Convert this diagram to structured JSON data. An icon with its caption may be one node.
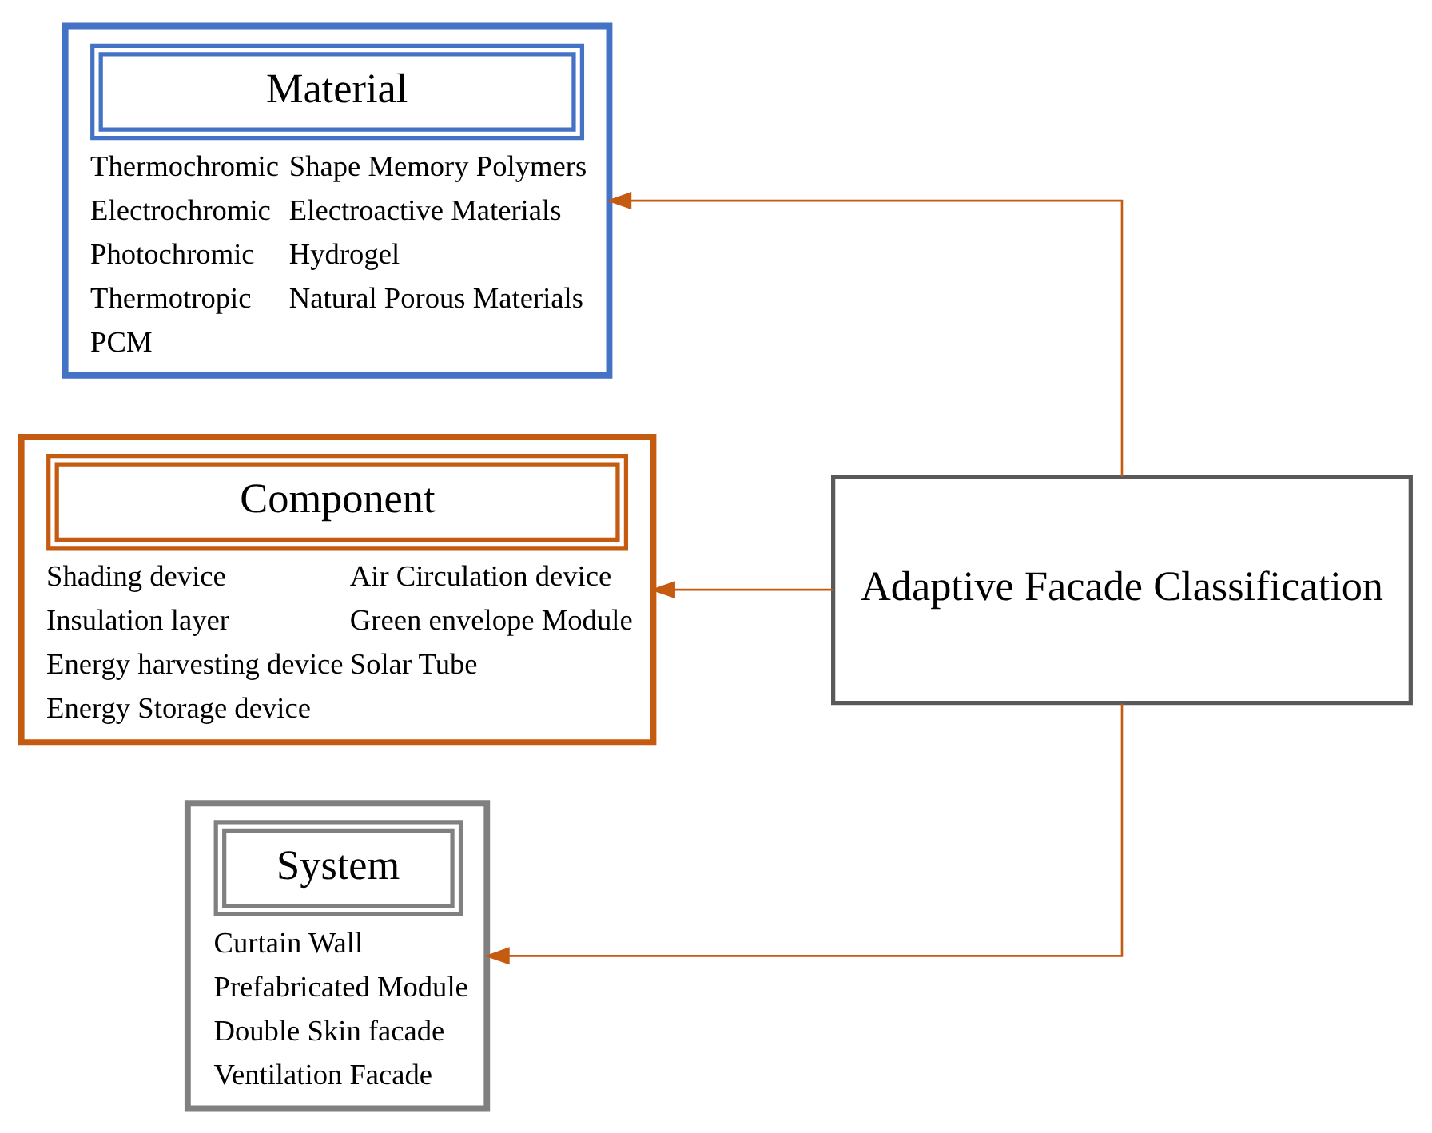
{
  "diagram": {
    "nodes": [
      {
        "text": [
          "Material",
          "Thermochromic",
          "Electrochromic",
          "Photochromic",
          "Thermotropic",
          "PCM",
          "Shape Memory Polymers",
          "Electroactive Materials",
          "Hydrogel",
          "Natural Porous Materials"
        ]
      },
      {
        "text": [
          "Component",
          "Shading device",
          "Insulation layer",
          "Energy harvesting device",
          "Energy Storage device",
          "Air Circulation device",
          "Green envelope Module",
          "Solar Tube"
        ]
      },
      {
        "text": [
          "System",
          "Curtain Wall",
          "Prefabricated Module",
          "Double Skin facade",
          "Ventilation Facade"
        ]
      },
      {
        "text": [
          "Adaptive Facade Classification"
        ]
      }
    ],
    "edges": [
      {
        "from": 3,
        "to": 0,
        "arrow": "to"
      },
      {
        "from": 3,
        "to": 1,
        "arrow": "to"
      },
      {
        "from": 3,
        "to": 2,
        "arrow": "to"
      }
    ]
  }
}
